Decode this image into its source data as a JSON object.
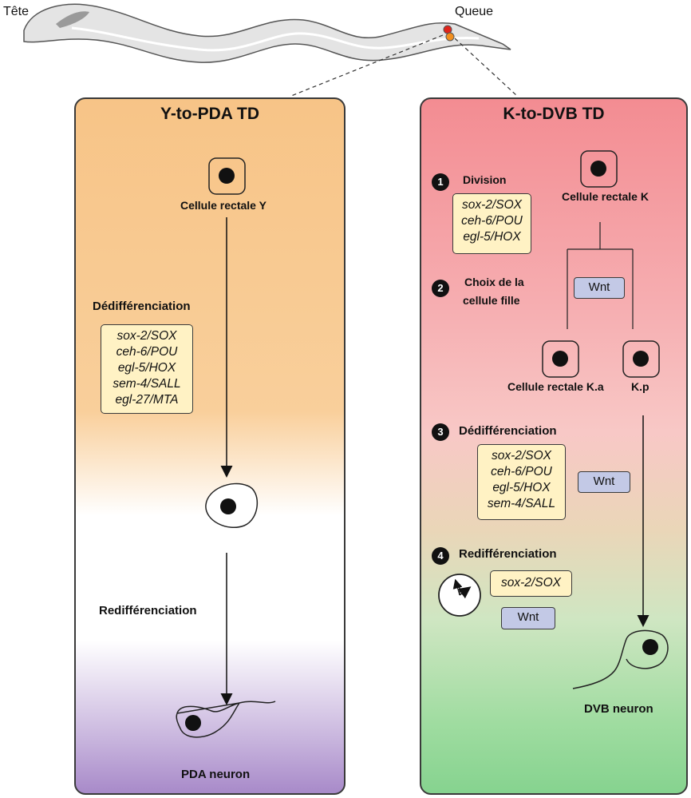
{
  "worm": {
    "head_label": "Tête",
    "tail_label": "Queue"
  },
  "left": {
    "title": "Y-to-PDA TD",
    "cell_label": "Cellule rectale Y",
    "step1_label": "Dédifférenciation",
    "genes": [
      "sox-2/SOX",
      "ceh-6/POU",
      "egl-5/HOX",
      "sem-4/SALL",
      "egl-27/MTA"
    ],
    "step2_label": "Redifférenciation",
    "end_label": "PDA neuron"
  },
  "right": {
    "title": "K-to-DVB TD",
    "steps": [
      {
        "num": "1",
        "label": "Division"
      },
      {
        "num": "2",
        "label_line1": "Choix de la",
        "label_line2": "cellule fille"
      },
      {
        "num": "3",
        "label": "Dédifférenciation"
      },
      {
        "num": "4",
        "label": "Redifférenciation"
      }
    ],
    "cell_label": "Cellule rectale K",
    "genes_division": [
      "sox-2/SOX",
      "ceh-6/POU",
      "egl-5/HOX"
    ],
    "wnt_label": "Wnt",
    "daughter_a_label": "Cellule rectale K.a",
    "daughter_p_label": "K.p",
    "genes_dediff": [
      "sox-2/SOX",
      "ceh-6/POU",
      "egl-5/HOX",
      "sem-4/SALL"
    ],
    "genes_rediff": [
      "sox-2/SOX"
    ],
    "end_label": "DVB neuron"
  },
  "colors": {
    "left_top": "#f7c487",
    "left_bottom": "#a88ac9",
    "right_top": "#f38c92",
    "right_bottom": "#86d38f",
    "gene_box": "#fff2c4",
    "wnt_box": "#c3c9e6"
  }
}
